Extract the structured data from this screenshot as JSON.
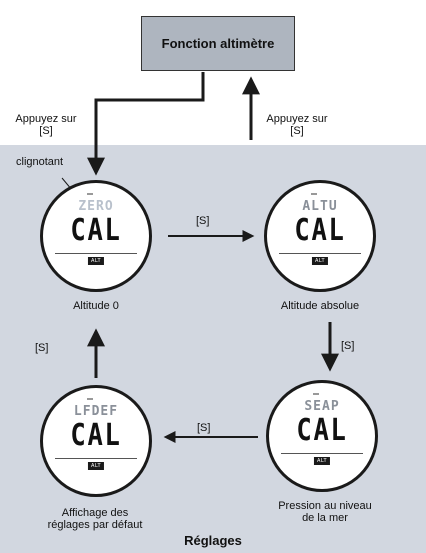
{
  "function_box": {
    "label": "Fonction altimètre"
  },
  "labels": {
    "press_left": "Appuyez sur\n[S]",
    "press_right": "Appuyez sur\n[S]",
    "blinking": "clignotant",
    "s_top": "[S]",
    "s_right": "[S]",
    "s_bottom": "[S]",
    "s_left": "[S]"
  },
  "panel": {
    "title": "Réglages"
  },
  "watches": {
    "zero": {
      "top_text": "ZERO",
      "main_text": "CAL",
      "unit_text": "ALT",
      "caption": "Altitude 0"
    },
    "altu": {
      "top_text": "ALTU",
      "main_text": "CAL",
      "unit_text": "ALT",
      "caption": "Altitude absolue"
    },
    "seap": {
      "top_text": "SEAP",
      "main_text": "CAL",
      "unit_text": "ALT",
      "caption": "Pression au niveau\nde la mer"
    },
    "defa": {
      "top_text": "LFDEF",
      "main_text": "CAL",
      "unit_text": "ALT",
      "caption": "Affichage des\nréglages par défaut"
    }
  },
  "colors": {
    "panel_bg": "#d2d7e0",
    "box_bg": "#aeb5bf",
    "ink": "#1a1a1a"
  }
}
